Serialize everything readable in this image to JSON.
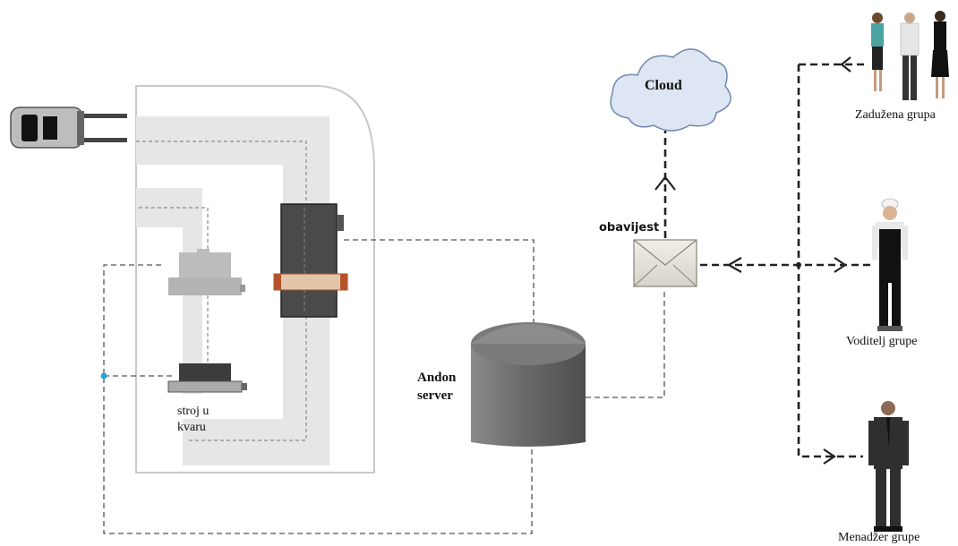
{
  "labels": {
    "cloud": "Cloud",
    "notification": "obavijest",
    "server_line1": "Andon",
    "server_line2": "server",
    "machine_line1": "stroj u",
    "machine_line2": "kvaru",
    "assigned_group": "Zadužena grupa",
    "group_leader": "Voditelj grupe",
    "group_manager": "Menadžer grupe"
  },
  "colors": {
    "conveyor": "#e6e6e6",
    "machine_dark": "#4a4a4a",
    "server": "#6f6f6f",
    "link_dashed": "#333333",
    "cloud_fill": "#dde6f2",
    "cloud_stroke": "#6f87ad"
  }
}
